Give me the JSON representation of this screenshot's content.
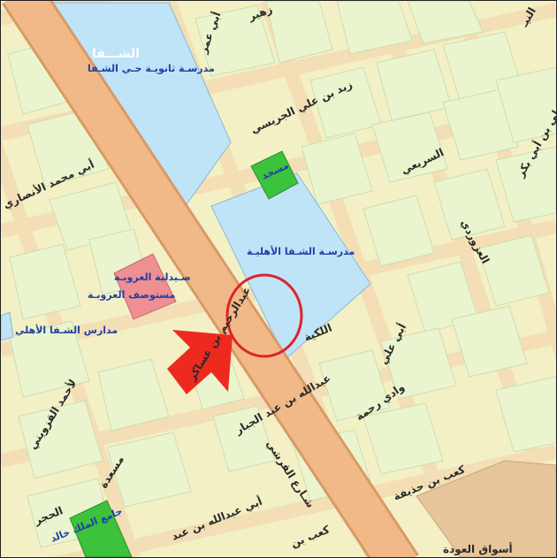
{
  "colors": {
    "land": "#f3f0c6",
    "block": "#eaf5cf",
    "block_stroke": "#cfdcb0",
    "street": "#f3deb5",
    "street_edge": "#d8c08e",
    "main_road": "#f1b987",
    "main_road_edge": "#d89a66",
    "school": "#bfe3f7",
    "mosque": "#3cc23c",
    "pharmacy": "#ee8f92",
    "commercial": "#e6c59a",
    "marker_ring": "#d8262c",
    "arrow": "#ee2a1f",
    "label_street": "#2a2a2a",
    "label_poi": "#1f3fa6"
  },
  "labels": {
    "district_name": "الشـــفا",
    "school_secondary": "مدرسـة ثانويـة حـي الشـفا",
    "school_private": "مدرسـة الشـفا الأهليـة",
    "mosque": "مسجد",
    "pharmacy": "صـيدلية العروبـة",
    "clinic": "مستوصف العروبـة",
    "schools_west": "مدارس الشـفا الأهلي",
    "king_khalid_mosque": "جامع الملك خالد",
    "commercial_area": "أسواق العودة",
    "main_street": "شـارع القرشي",
    "street_jubairi": "عبدالله بن عبد الجبار",
    "street_zaid": "زيد بن علي الجريسي",
    "street_abu_bakr": "عطي بن أبي بكر",
    "street_suraibi": "السريعي",
    "street_azwardi": "العزوردي",
    "street_abumuhammad": "أبي محمد الأنصاري",
    "street_abdulrahim": "عبدالرحيم بن عساكر",
    "street_ahmad": "لأحمد القزويني",
    "street_wadi": "وادي رحمة",
    "street_kaab": "كعب بن حذيفة",
    "street_kaab2": "كعب بن",
    "street_abuabdullah": "أبي عبدالله بن عبد",
    "street_saada": "مسعدة",
    "street_lakiya": "اللكية",
    "street_abuali": "أبي علي",
    "street_gaad": "أبي عمر",
    "street_zuhair": "زهير",
    "street_hajar": "الحجر",
    "street_nidal": "النيـ"
  }
}
